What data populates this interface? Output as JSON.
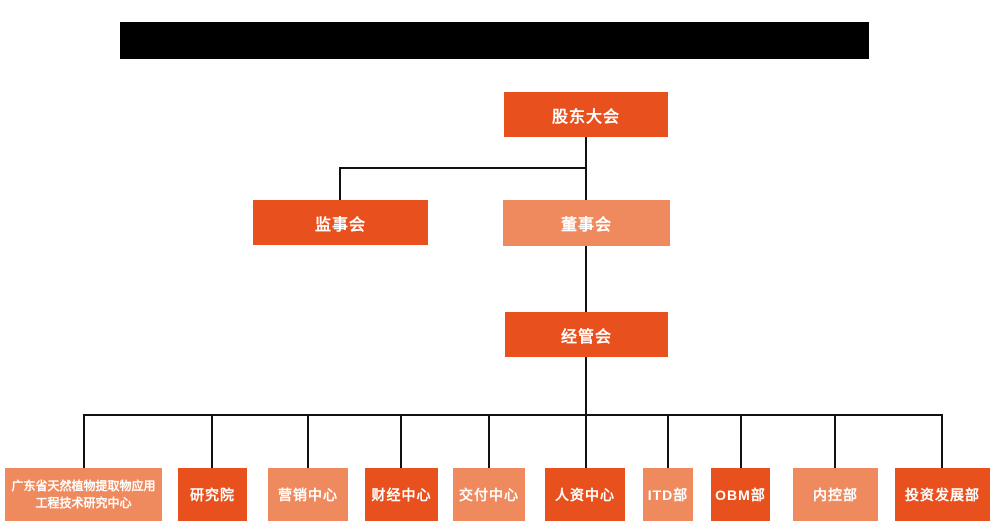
{
  "colors": {
    "primary_orange": "#E8501E",
    "secondary_orange": "#EF8A5E",
    "connector_line": "#111111",
    "node_text": "#FFFFFF",
    "redaction_bar": "#000000"
  },
  "org": {
    "root": {
      "label": "股东大会",
      "tone": "dark"
    },
    "level2": [
      {
        "label": "监事会",
        "tone": "dark"
      },
      {
        "label": "董事会",
        "tone": "light"
      }
    ],
    "level3": {
      "label": "经管会",
      "tone": "dark"
    },
    "departments": [
      {
        "label": "广东省天然植物提取物应用工程技术研究中心",
        "tone": "light"
      },
      {
        "label": "研究院",
        "tone": "dark"
      },
      {
        "label": "营销中心",
        "tone": "light"
      },
      {
        "label": "财经中心",
        "tone": "dark"
      },
      {
        "label": "交付中心",
        "tone": "light"
      },
      {
        "label": "人资中心",
        "tone": "dark"
      },
      {
        "label": "ITD部",
        "tone": "light"
      },
      {
        "label": "OBM部",
        "tone": "dark"
      },
      {
        "label": "内控部",
        "tone": "light"
      },
      {
        "label": "投资发展部",
        "tone": "dark"
      }
    ]
  }
}
